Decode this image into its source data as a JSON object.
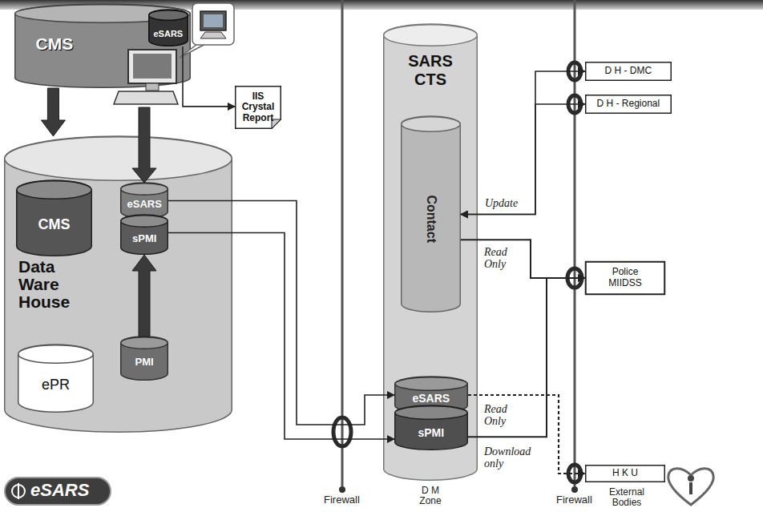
{
  "diagram": {
    "nodes": [
      {
        "text": [
          "CMS"
        ]
      },
      {
        "text": [
          "eSARS"
        ],
        "in": 0
      },
      {
        "text": [
          "IIS Crystal Report"
        ]
      },
      {
        "text": [
          "Data Ware House"
        ]
      },
      {
        "text": [
          "CMS"
        ],
        "in": 3
      },
      {
        "text": [
          "eSARS"
        ],
        "in": 3
      },
      {
        "text": [
          "sPMI"
        ],
        "in": 3
      },
      {
        "text": [
          "ePR"
        ],
        "in": 3
      },
      {
        "text": [
          "PMI"
        ],
        "in": 3
      },
      {
        "text": [
          "SARS CTS"
        ]
      },
      {
        "text": [
          "Contact"
        ],
        "in": 9
      },
      {
        "text": [
          "eSARS"
        ],
        "in": 9
      },
      {
        "text": [
          "sPMI"
        ],
        "in": 9
      },
      {
        "text": [
          "D H - DMC"
        ]
      },
      {
        "text": [
          "D H - Regional"
        ]
      },
      {
        "text": [
          "Police MIIDSS"
        ]
      },
      {
        "text": [
          "H K U"
        ]
      }
    ],
    "edges": [
      {
        "from": 1,
        "to": 2,
        "arrow": "to"
      },
      {
        "from": 0,
        "to": 3,
        "arrow": "to"
      },
      {
        "from": 8,
        "to": 6,
        "arrow": "to"
      },
      {
        "from": 5,
        "to": 11,
        "arrow": "to"
      },
      {
        "from": 6,
        "to": 12,
        "arrow": "to"
      },
      {
        "from": 13,
        "to": 10,
        "label": "Update",
        "arrow": "both"
      },
      {
        "from": 14,
        "to": 10,
        "arrow": "both"
      },
      {
        "from": 10,
        "to": 15,
        "label": "Read Only",
        "arrow": "to"
      },
      {
        "from": 12,
        "to": 15,
        "label": "Read Only",
        "arrow": "to"
      },
      {
        "from": 11,
        "to": 16,
        "label": "Download only",
        "arrow": "to"
      }
    ],
    "labels": [
      "Firewall",
      "D M Zone",
      "Firewall",
      "External Bodies",
      "eSARS"
    ]
  }
}
